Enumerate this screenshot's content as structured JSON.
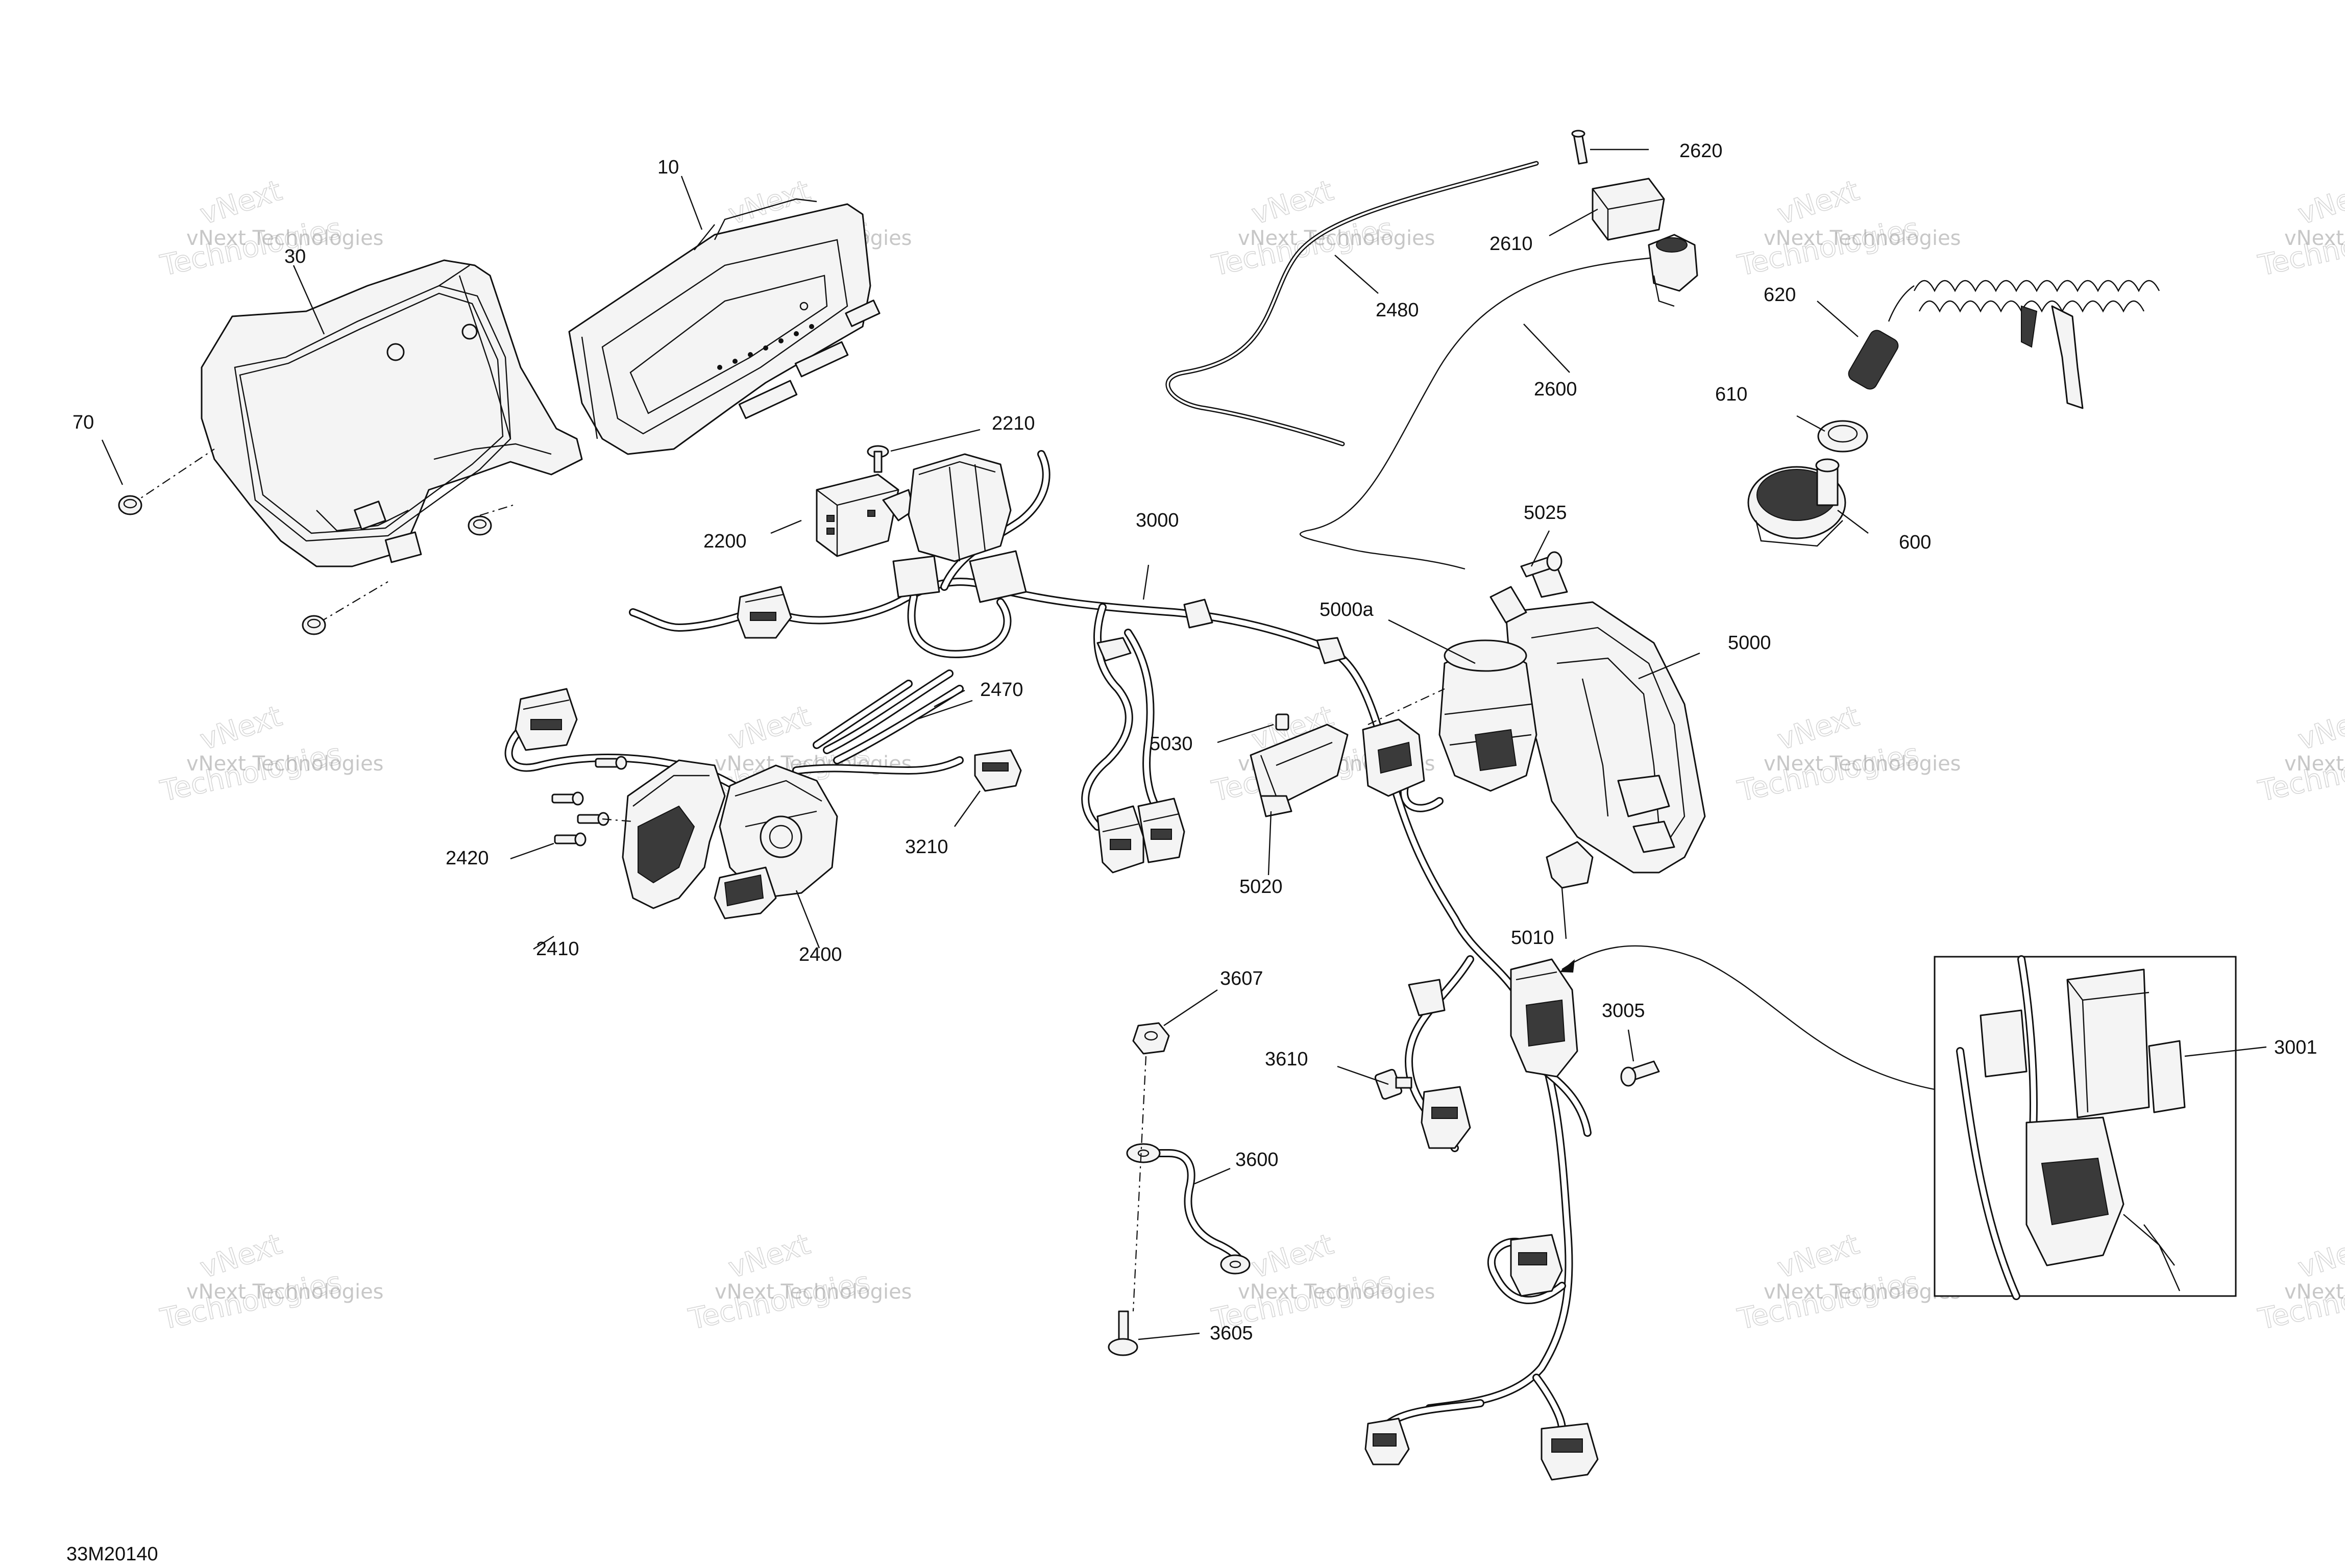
{
  "diagram_code": "33M20140",
  "watermark": {
    "line1": "vNext Technologies",
    "line2": "vNext",
    "line3": "Technologies"
  },
  "callouts": [
    {
      "id": "10",
      "text": "10"
    },
    {
      "id": "30",
      "text": "30"
    },
    {
      "id": "70",
      "text": "70"
    },
    {
      "id": "2200",
      "text": "2200"
    },
    {
      "id": "2210",
      "text": "2210"
    },
    {
      "id": "2400",
      "text": "2400"
    },
    {
      "id": "2410",
      "text": "2410"
    },
    {
      "id": "2420",
      "text": "2420"
    },
    {
      "id": "2470",
      "text": "2470"
    },
    {
      "id": "2480",
      "text": "2480"
    },
    {
      "id": "2600",
      "text": "2600"
    },
    {
      "id": "2610",
      "text": "2610"
    },
    {
      "id": "2620",
      "text": "2620"
    },
    {
      "id": "600",
      "text": "600"
    },
    {
      "id": "610",
      "text": "610"
    },
    {
      "id": "620",
      "text": "620"
    },
    {
      "id": "3000",
      "text": "3000"
    },
    {
      "id": "3001",
      "text": "3001"
    },
    {
      "id": "3005",
      "text": "3005"
    },
    {
      "id": "3210",
      "text": "3210"
    },
    {
      "id": "3600",
      "text": "3600"
    },
    {
      "id": "3605",
      "text": "3605"
    },
    {
      "id": "3607",
      "text": "3607"
    },
    {
      "id": "3610",
      "text": "3610"
    },
    {
      "id": "5000",
      "text": "5000"
    },
    {
      "id": "5000a",
      "text": "5000a"
    },
    {
      "id": "5010",
      "text": "5010"
    },
    {
      "id": "5020",
      "text": "5020"
    },
    {
      "id": "5025",
      "text": "5025"
    },
    {
      "id": "5030",
      "text": "5030"
    }
  ]
}
